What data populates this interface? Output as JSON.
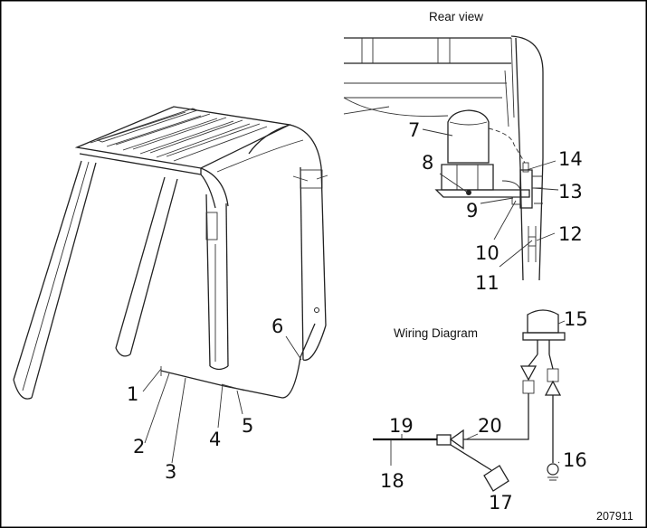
{
  "titles": {
    "rear_view": "Rear view",
    "wiring_diagram": "Wiring Diagram"
  },
  "document_number": "207911",
  "callouts": [
    "1",
    "2",
    "3",
    "4",
    "5",
    "6",
    "7",
    "8",
    "9",
    "10",
    "11",
    "12",
    "13",
    "14",
    "15",
    "16",
    "17",
    "18",
    "19",
    "20"
  ],
  "colors": {
    "line": "#222222",
    "background": "#ffffff",
    "border": "#000000"
  }
}
